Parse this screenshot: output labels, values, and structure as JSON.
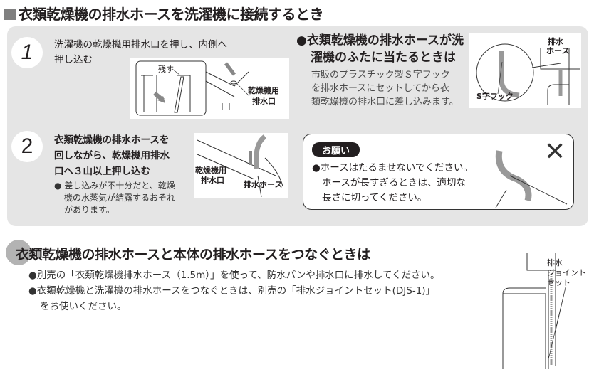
{
  "title": "衣類乾燥機の排水ホースを洗濯機に接続するとき",
  "step1": {
    "number": "1",
    "text1": "洗濯機の乾燥機用排水口を押し、内側へ",
    "text2": "押し込む",
    "label_leave": "残す",
    "label_outlet1": "乾燥機用",
    "label_outlet2": "排水口"
  },
  "hook": {
    "heading1": "●衣類乾燥機の排水ホースが洗",
    "heading2": "濯機のふたに当たるときは",
    "body1": "市販のプラスチック製Ｓ字フック",
    "body2": "を排水ホースにセットしてから衣",
    "body3": "類乾燥機の排水口に差し込みます。",
    "label_hook": "S字フック",
    "label_hose1": "排水",
    "label_hose2": "ホース"
  },
  "step2": {
    "number": "2",
    "text1": "衣類乾燥機の排水ホースを",
    "text2": "回しながら、乾燥機用排水",
    "text3": "口へ３山以上押し込む",
    "note1": "● 差し込みが不十分だと、乾燥",
    "note2": "機の水蒸気が結露するおそれ",
    "note3": "があります。",
    "label_outlet1": "乾燥機用",
    "label_outlet2": "排水口",
    "label_hose": "排水ホース"
  },
  "request": {
    "badge": "お願い",
    "line1": "●ホースはたるませないでください。",
    "line2": "ホースが長すぎるときは、適切な",
    "line3": "長さに切ってください。",
    "mark": "✕"
  },
  "section2": {
    "heading": "衣類乾燥機の排水ホースと本体の排水ホースをつなぐときは",
    "bullet1": "●別売の「衣類乾燥機排水ホース（1.5m）」を使って、防水パンや排水口に排水してください。",
    "bullet2": "●衣類乾燥機と洗濯機の排水ホースをつなぐときは、別売の「排水ジョイントセット(DJS-1)」",
    "bullet2b": "をお使いください。",
    "label1": "排水",
    "label2": "ジョイント",
    "label3": "セット"
  }
}
